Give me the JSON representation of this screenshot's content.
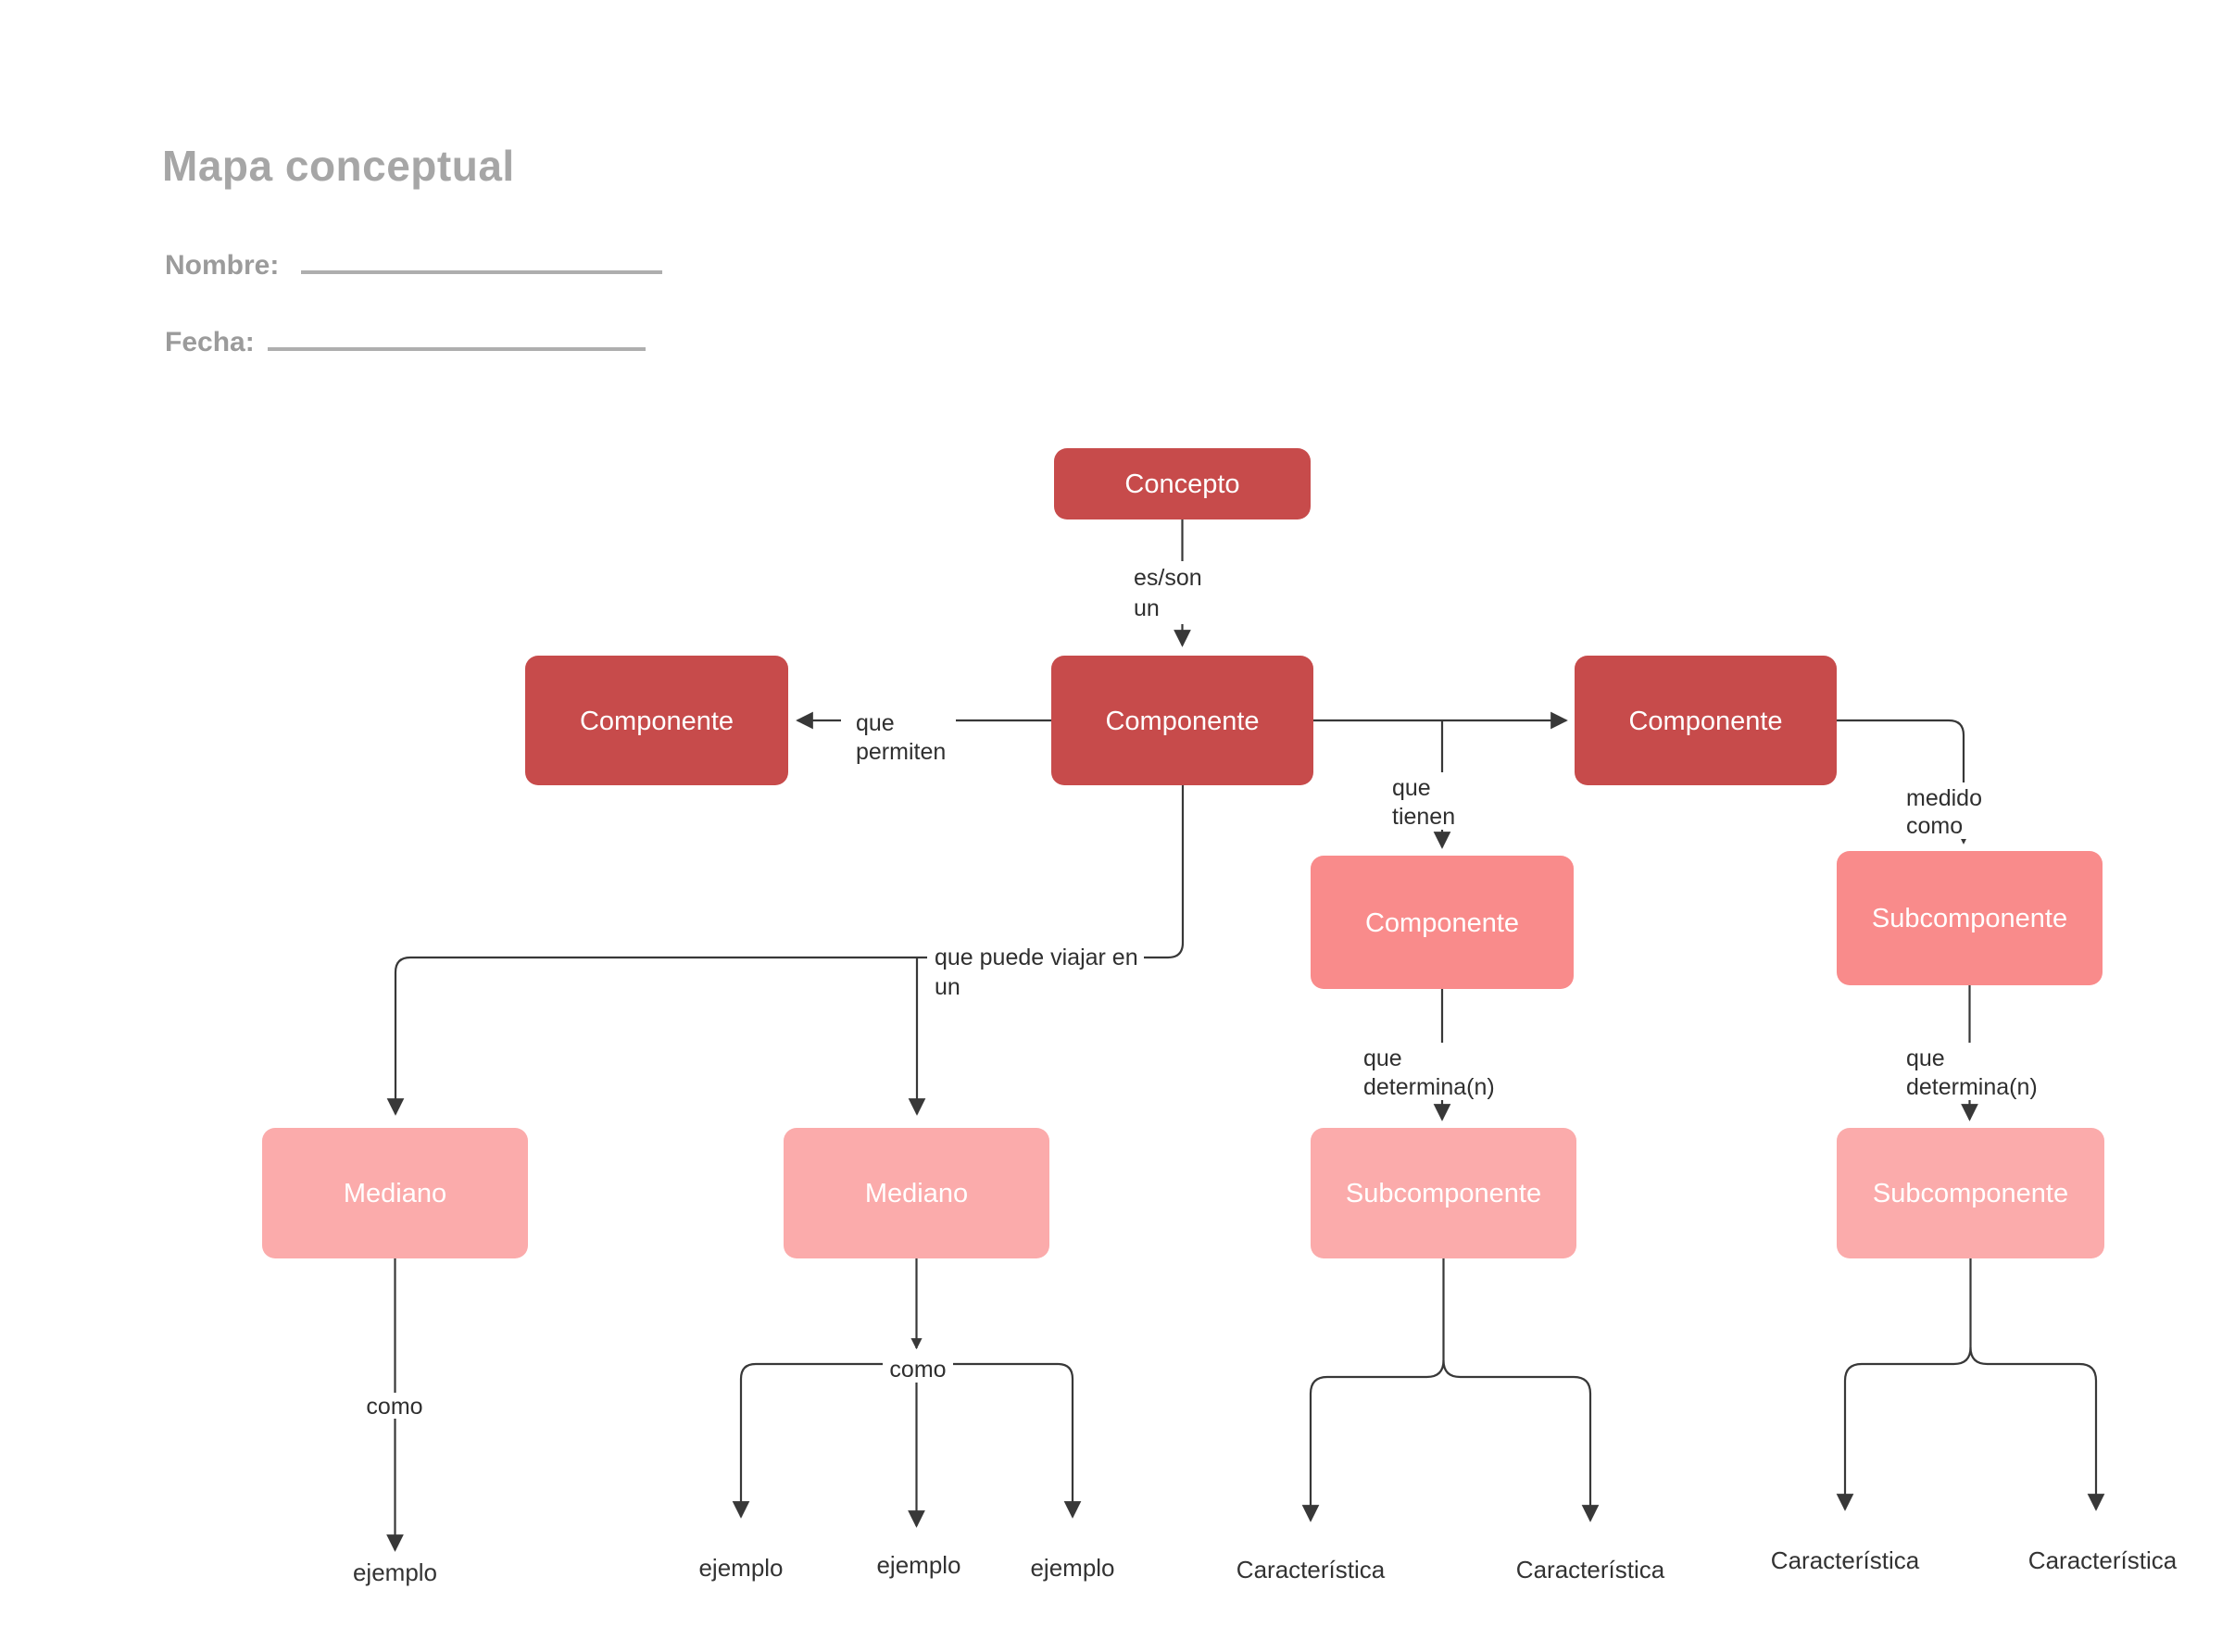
{
  "page": {
    "title": "Mapa conceptual",
    "name_label": "Nombre:",
    "date_label": "Fecha:"
  },
  "colors": {
    "node_dark_red": "#C74B4B",
    "node_salmon": "#F98B8B",
    "node_light_pink": "#FBABAB",
    "line": "#383838",
    "title_gray": "#A6A6A6"
  },
  "nodes": {
    "concepto": {
      "label": "Concepto"
    },
    "comp_center": {
      "label": "Componente"
    },
    "comp_left": {
      "label": "Componente"
    },
    "comp_right": {
      "label": "Componente"
    },
    "comp_mid": {
      "label": "Componente"
    },
    "subcomp_mid": {
      "label": "Subcomponente"
    },
    "mediano_left": {
      "label": "Mediano"
    },
    "mediano_center": {
      "label": "Mediano"
    },
    "subcomp_bottom_left": {
      "label": "Subcomponente"
    },
    "subcomp_bottom_right": {
      "label": "Subcomponente"
    }
  },
  "edge_labels": {
    "es_son": [
      "es/son",
      "un"
    ],
    "que_permiten": [
      "que",
      "permiten"
    ],
    "que_tienen": [
      "que",
      "tienen"
    ],
    "medido_como": [
      "medido",
      "como"
    ],
    "que_determina_left": [
      "que",
      "determina(n)"
    ],
    "que_determina_right": [
      "que",
      "determina(n)"
    ],
    "que_puede_viajar": [
      "que puede viajar en",
      "un"
    ],
    "como_left": "como",
    "como_center": "como"
  },
  "leaf_labels": {
    "ejemplo_1": "ejemplo",
    "ejemplo_2": "ejemplo",
    "ejemplo_3": "ejemplo",
    "ejemplo_4": "ejemplo",
    "caracteristica_1": "Característica",
    "caracteristica_2": "Característica",
    "caracteristica_3": "Característica",
    "caracteristica_4": "Característica"
  }
}
